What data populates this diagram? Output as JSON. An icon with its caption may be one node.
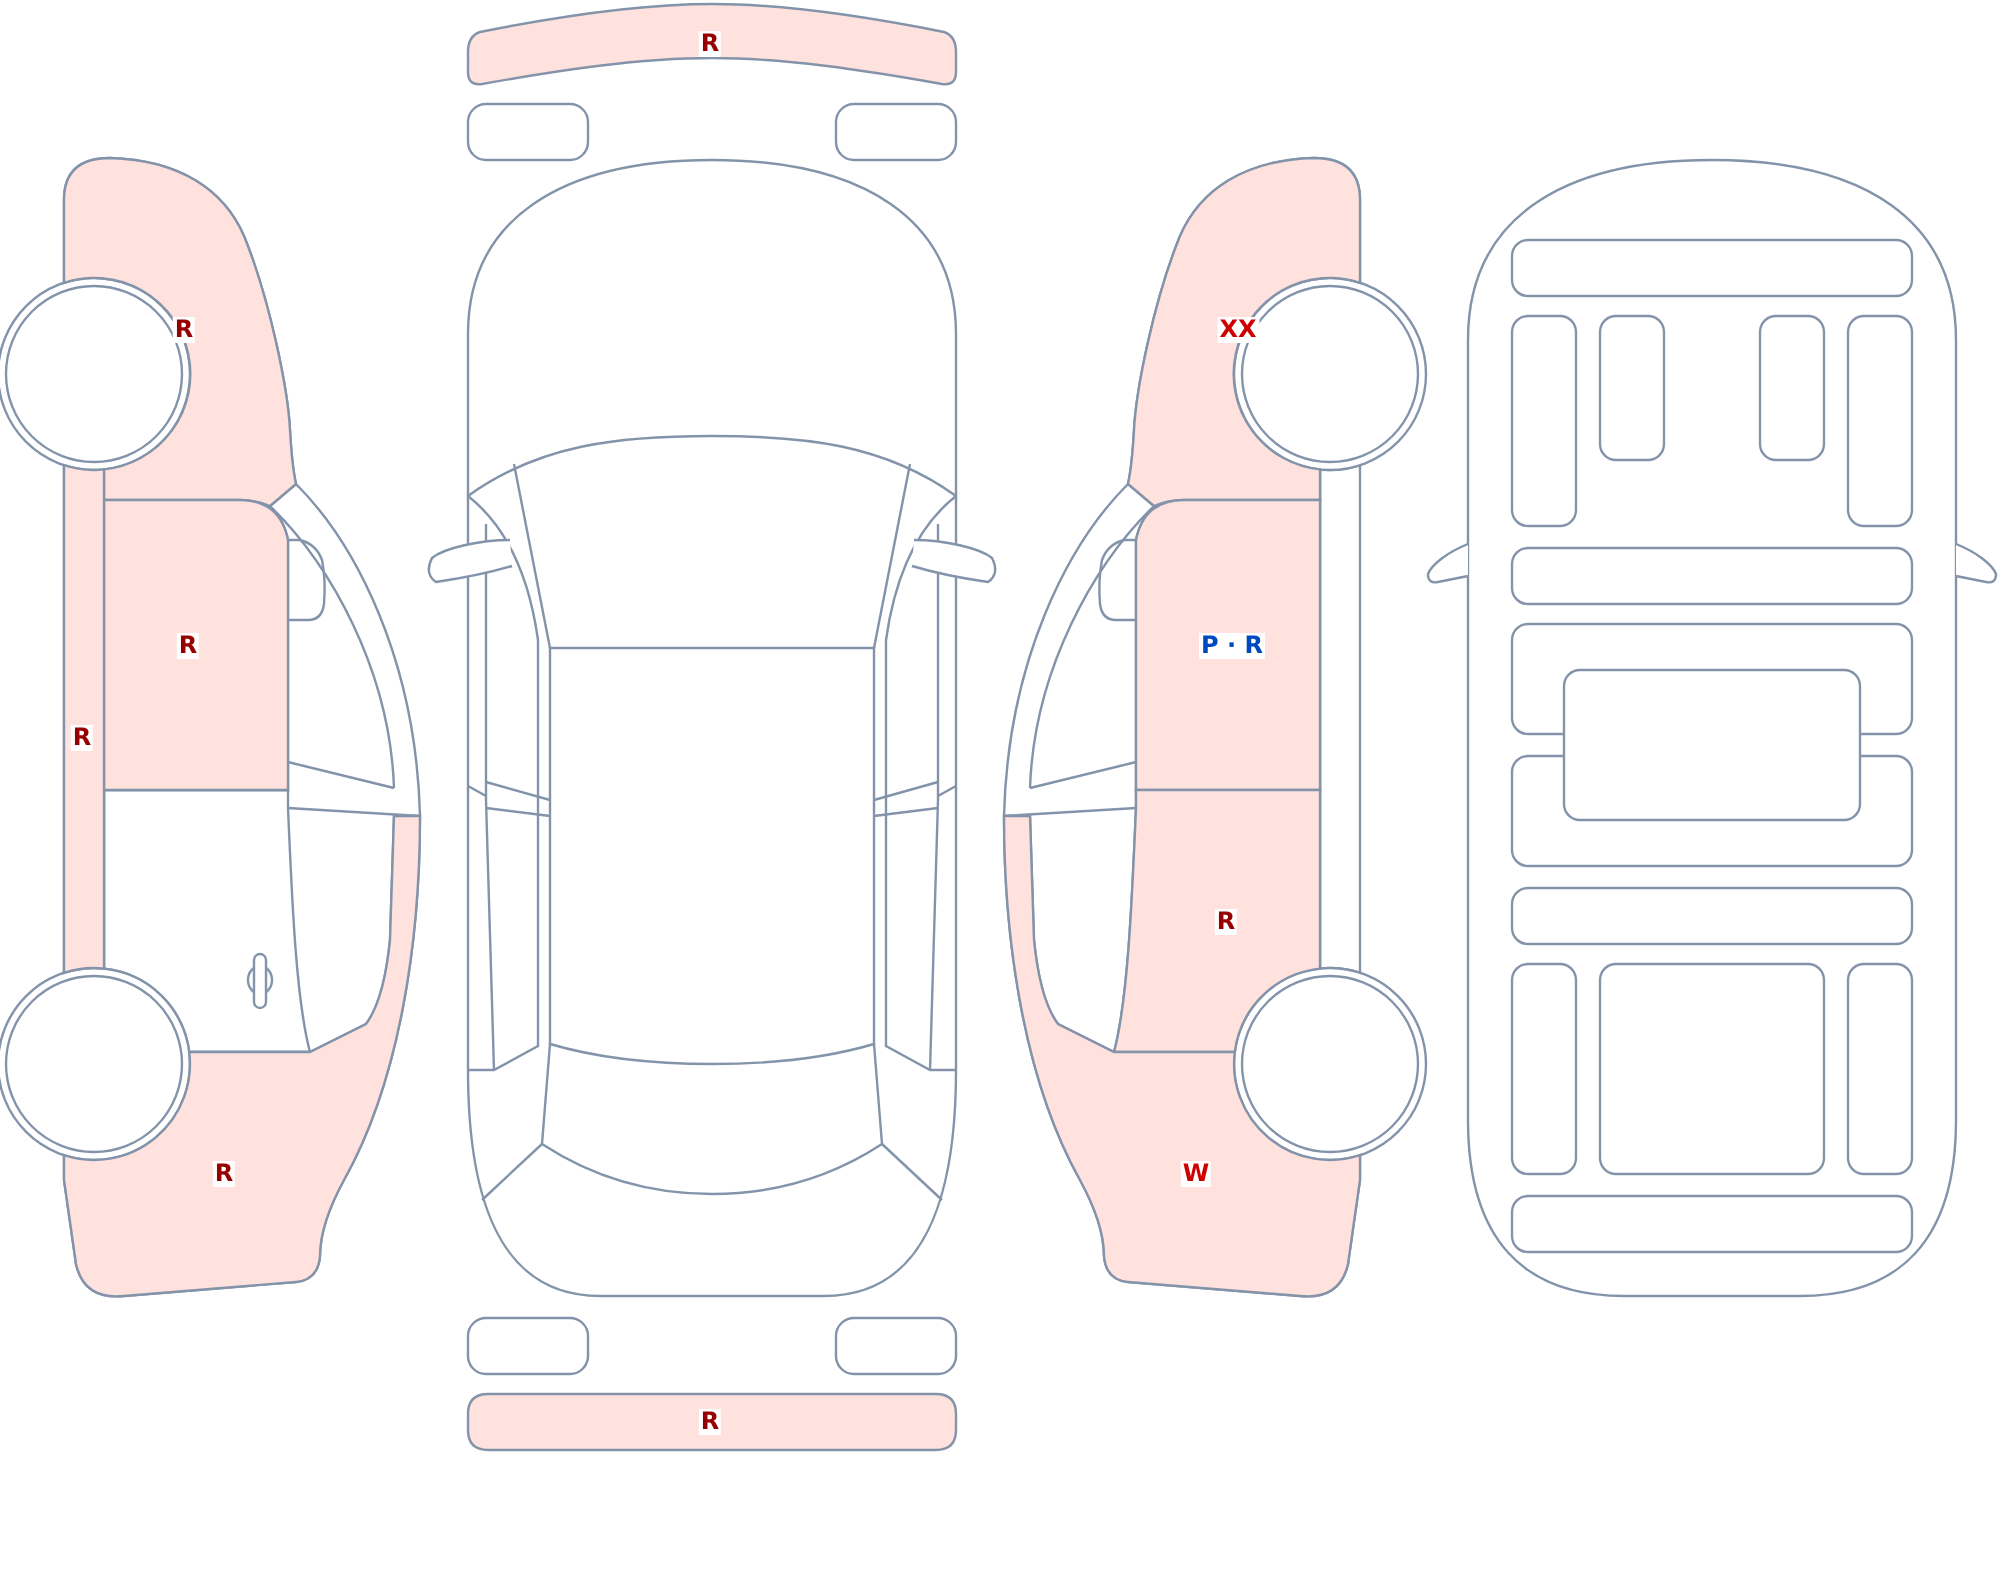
{
  "diagram": {
    "nodes": [
      {
        "text": [
          "R"
        ]
      },
      {
        "text": [
          "R"
        ]
      },
      {
        "text": [
          "R"
        ]
      },
      {
        "text": [
          "R"
        ]
      },
      {
        "text": [
          "R"
        ]
      },
      {
        "text": [
          "R"
        ]
      },
      {
        "text": [
          "XX"
        ]
      },
      {
        "text": [
          "P · R"
        ]
      },
      {
        "text": [
          "R"
        ]
      },
      {
        "text": [
          "W"
        ]
      }
    ]
  }
}
